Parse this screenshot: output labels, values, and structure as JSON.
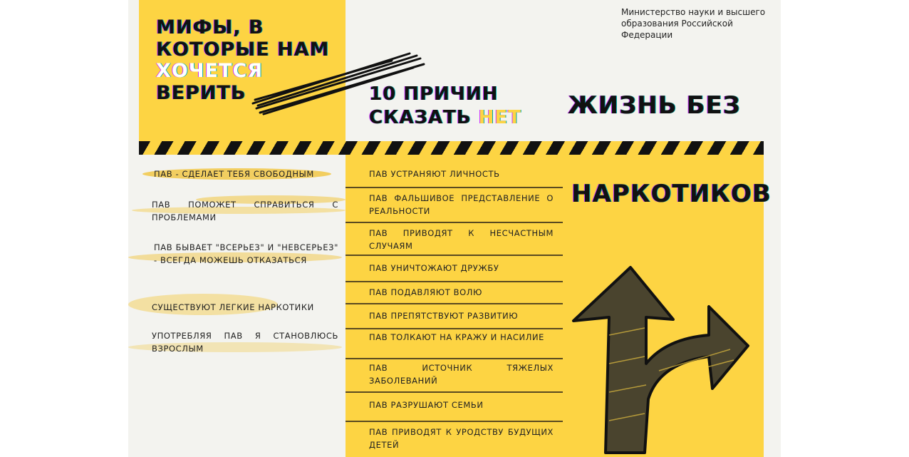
{
  "ministry": "Министерство науки и высшего образования Российской Федерации",
  "myths": {
    "title_lines": [
      "МИФЫ, В",
      "КОТОРЫЕ НАМ",
      "ХОЧЕТСЯ",
      "ВЕРИТЬ"
    ],
    "items": [
      "ПАВ - СДЕЛАЕТ ТЕБЯ СВОБОДНЫМ",
      "ПАВ ПОМОЖЕТ СПРАВИТЬСЯ С ПРОБЛЕМАМИ",
      "ПАВ БЫВАЕТ \"ВСЕРЬЕЗ\" И \"НЕВСЕРЬЕЗ\" - ВСЕГДА МОЖЕШЬ ОТКАЗАТЬСЯ",
      "СУЩЕСТВУЮТ ЛЕГКИЕ НАРКОТИКИ",
      "УПОТРЕБЛЯЯ ПАВ Я СТАНОВЛЮСЬ ВЗРОСЛЫМ"
    ]
  },
  "reasons": {
    "title_line1": "10 ПРИЧИН",
    "title_line2a": "СКАЗАТЬ ",
    "title_line2b": "НЕТ",
    "items": [
      "ПАВ УСТРАНЯЮТ ЛИЧНОСТЬ",
      "ПАВ ФАЛЬШИВОЕ ПРЕДСТАВЛЕНИЕ О РЕАЛЬНОСТИ",
      "ПАВ ПРИВОДЯТ К НЕСЧАСТНЫМ СЛУЧАЯМ",
      "ПАВ УНИЧТОЖАЮТ ДРУЖБУ",
      "ПАВ ПОДАВЛЯЮТ ВОЛЮ",
      "ПАВ ПРЕПЯТСТВУЮТ РАЗВИТИЮ",
      "ПАВ ТОЛКАЮТ НА КРАЖУ И НАСИЛИЕ",
      "ПАВ ИСТОЧНИК ТЯЖЕЛЫХ ЗАБОЛЕВАНИЙ",
      "ПАВ РАЗРУШАЮТ СЕМЬИ",
      "ПАВ ПРИВОДЯТ К УРОДСТВУ БУДУЩИХ ДЕТЕЙ"
    ]
  },
  "life": {
    "line1": "ЖИЗНЬ БЕЗ",
    "line2": "НАРКОТИКОВ"
  },
  "colors": {
    "yellow": "#fdd443",
    "paper": "#f3f3ef",
    "text": "#111111"
  }
}
